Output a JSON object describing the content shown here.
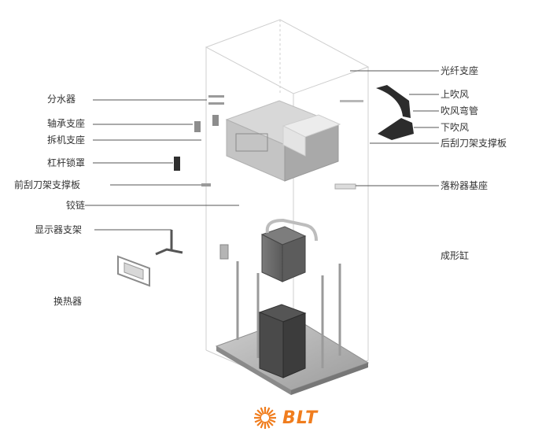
{
  "labels_left": [
    {
      "id": "splitter",
      "text": "分水器"
    },
    {
      "id": "bearing-support",
      "text": "轴承支座"
    },
    {
      "id": "motor-support",
      "text": "拆机支座"
    },
    {
      "id": "lever-lock",
      "text": "杠杆锁罩"
    },
    {
      "id": "front-scraper",
      "text": "前刮刀架支撑板"
    },
    {
      "id": "hinge",
      "text": "铰链"
    },
    {
      "id": "display-bracket",
      "text": "显示器支架"
    },
    {
      "id": "heat-exchanger",
      "text": "换热器"
    }
  ],
  "labels_right": [
    {
      "id": "fiber-mount",
      "text": "光纤支座"
    },
    {
      "id": "upper-blow",
      "text": "上吹风"
    },
    {
      "id": "blow-pipe",
      "text": "吹风弯管"
    },
    {
      "id": "lower-blow",
      "text": "下吹风"
    },
    {
      "id": "back-scraper",
      "text": "后刮刀架支撑板"
    },
    {
      "id": "powder-base",
      "text": "落粉器基座"
    },
    {
      "id": "build-cylinder",
      "text": "成形缸"
    }
  ],
  "logo": {
    "text": "BLT",
    "color": "#f07d1e"
  },
  "colors": {
    "line": "#555555",
    "frame": "#c9c9c9",
    "metal": "#8a8a8a",
    "dark": "#3a3a3a"
  }
}
